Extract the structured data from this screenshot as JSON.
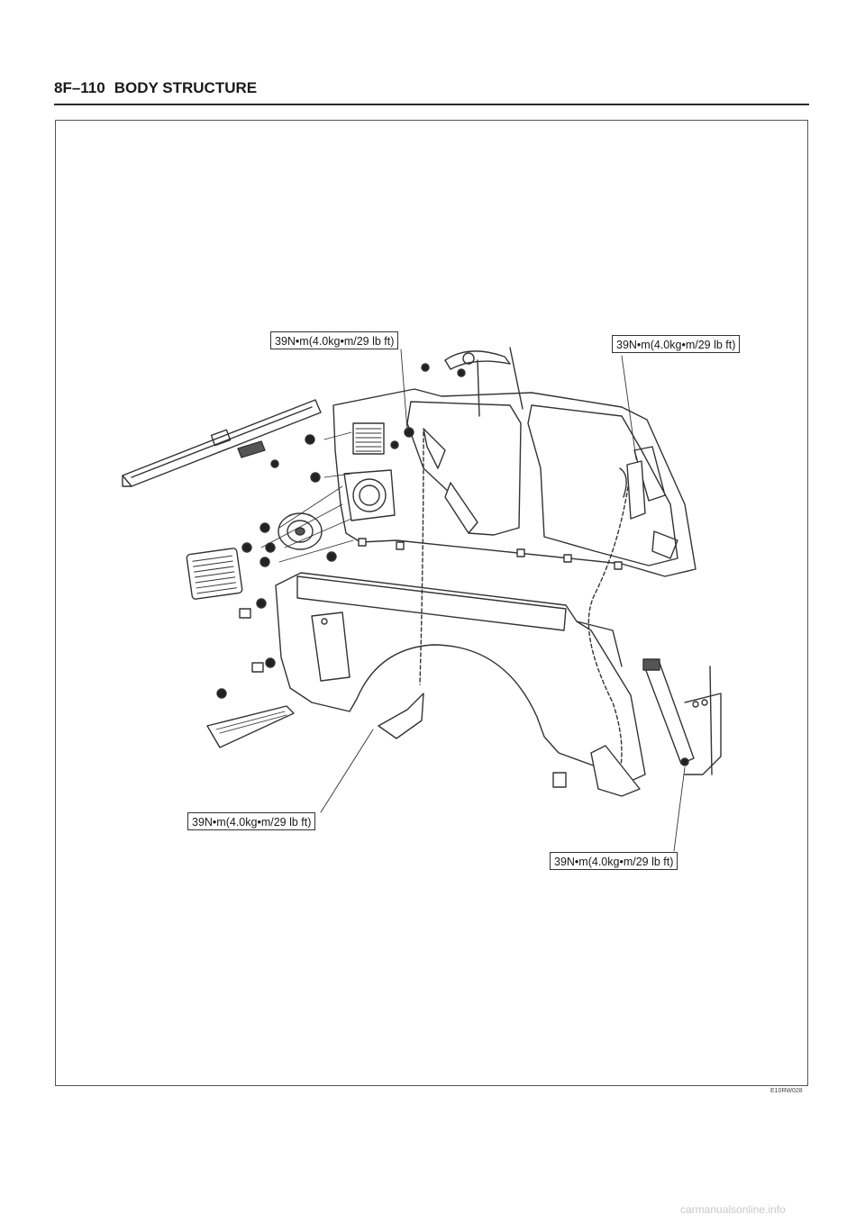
{
  "header": {
    "page_number": "8F–110",
    "section_title": "BODY STRUCTURE"
  },
  "diagram": {
    "torque_labels": [
      "39N•m(4.0kg•m/29 lb ft)",
      "39N•m(4.0kg•m/29 lb ft)",
      "39N•m(4.0kg•m/29 lb ft)",
      "39N•m(4.0kg•m/29 lb ft)"
    ],
    "figure_id": "E10RW028"
  },
  "footer": {
    "watermark": "carmanualsonline.info"
  }
}
